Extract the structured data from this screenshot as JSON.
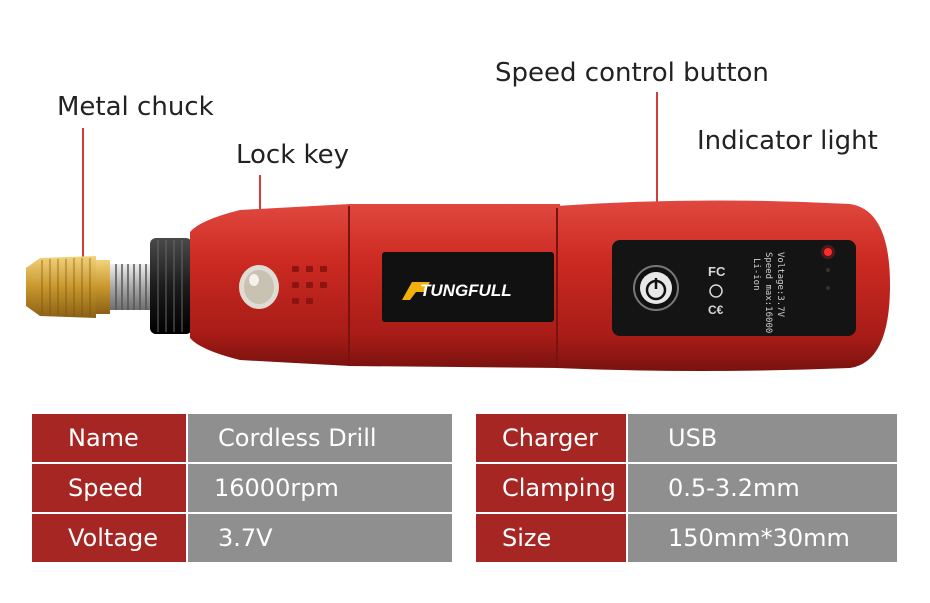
{
  "callouts": {
    "metal_chuck": "Metal chuck",
    "lock_key": "Lock key",
    "speed_control": "Speed control button",
    "indicator": "Indicator light"
  },
  "product": {
    "brand": "TUNGFULL",
    "panel_text": [
      "Voltage:3.7V",
      "Speed max:16000",
      "Li-ion"
    ]
  },
  "specs_left": [
    {
      "label": "Name",
      "value": "Cordless Drill"
    },
    {
      "label": "Speed",
      "value": "16000rpm"
    },
    {
      "label": "Voltage",
      "value": "3.7V"
    }
  ],
  "specs_right": [
    {
      "label": "Charger",
      "value": "USB"
    },
    {
      "label": "Clamping",
      "value": "0.5-3.2mm"
    },
    {
      "label": "Size",
      "value": "150mm*30mm"
    }
  ],
  "colors": {
    "body_red": "#c8221d",
    "table_key": "#a52622",
    "table_value": "#8f8f8f",
    "led": "#ff2a2a"
  }
}
